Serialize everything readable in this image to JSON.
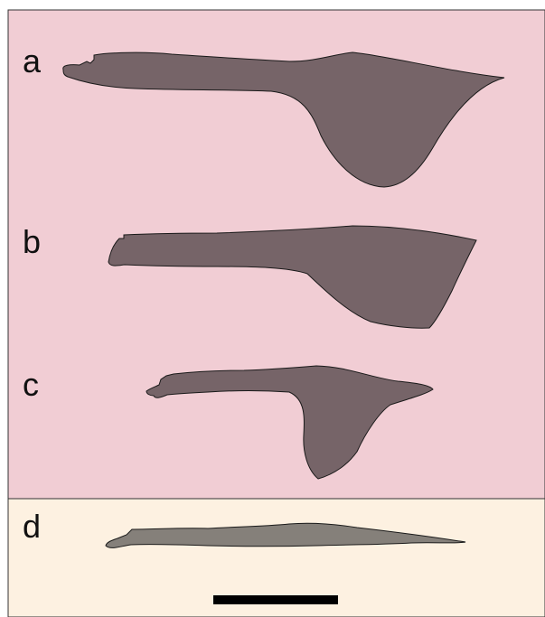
{
  "panels": [
    {
      "label": "a"
    },
    {
      "label": "b"
    },
    {
      "label": "c"
    },
    {
      "label": "d"
    }
  ],
  "colors": {
    "pink_background": "#f1cdd4",
    "cream_background": "#fdf1e1",
    "dark_shape_fill": "#766468",
    "gray_shape_fill": "#85807a",
    "outline": "#1a1a1a",
    "scale_bar": "#000000"
  },
  "scale_bar": {
    "label": ""
  }
}
